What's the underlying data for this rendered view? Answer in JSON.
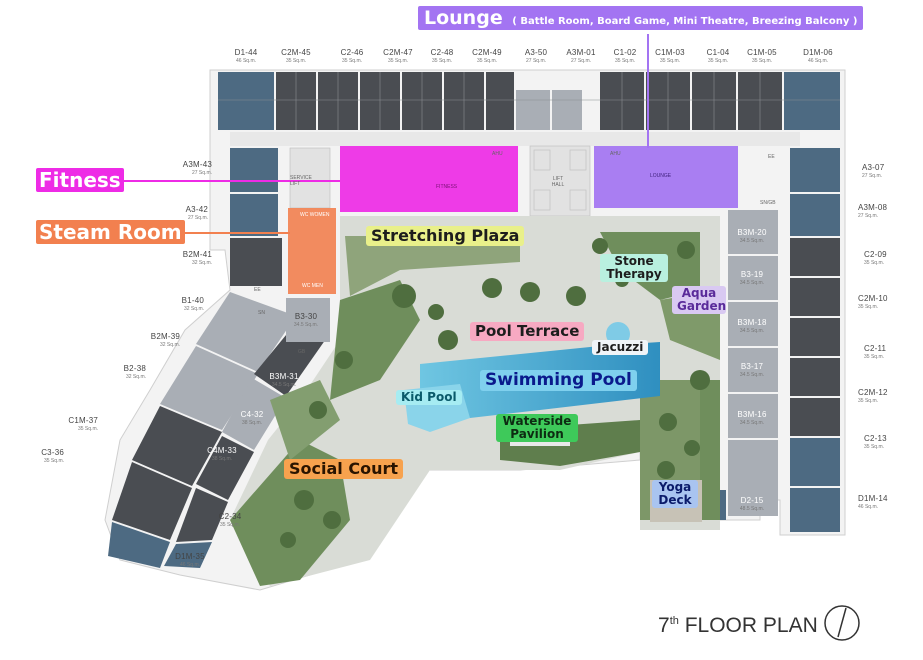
{
  "title": {
    "prefix": "7",
    "superscript": "th",
    "text": " FLOOR PLAN"
  },
  "lounge": {
    "name": "Lounge",
    "details": "( Battle Room, Board Game, Mini Theatre, Breezing Balcony )"
  },
  "callouts": {
    "fitness": "Fitness",
    "steam_room": "Steam Room"
  },
  "amenities": {
    "stretching_plaza": "Stretching Plaza",
    "stone_therapy": "Stone Therapy",
    "aqua_garden": "Aqua Garden",
    "pool_terrace": "Pool Terrace",
    "jacuzzi": "Jacuzzi",
    "swimming_pool": "Swimming Pool",
    "kid_pool": "Kid Pool",
    "waterside_pavilion": "Waterside Pavilion",
    "social_court": "Social Court",
    "yoga_deck": "Yoga Deck"
  },
  "rooms": {
    "fitness_inner": "FITNESS",
    "lounge_inner": "LOUNGE",
    "ahu": "AHU",
    "lift_hall": "LIFT HALL",
    "service_lift": "SERVICE LIFT",
    "wc_women": "WC WOMEN",
    "wc_men": "WC MEN",
    "sn_gb": "SN/GB",
    "ee": "EE",
    "sn": "SN",
    "gb": "GB"
  },
  "units_top": [
    {
      "code": "D1-44",
      "area": "46 Sq.m."
    },
    {
      "code": "C2M-45",
      "area": "35 Sq.m."
    },
    {
      "code": "C2-46",
      "area": "35 Sq.m."
    },
    {
      "code": "C2M-47",
      "area": "35 Sq.m."
    },
    {
      "code": "C2-48",
      "area": "35 Sq.m."
    },
    {
      "code": "C2M-49",
      "area": "35 Sq.m."
    },
    {
      "code": "A3-50",
      "area": "27 Sq.m."
    },
    {
      "code": "A3M-01",
      "area": "27 Sq.m."
    },
    {
      "code": "C1-02",
      "area": "35 Sq.m."
    },
    {
      "code": "C1M-03",
      "area": "35 Sq.m."
    },
    {
      "code": "C1-04",
      "area": "35 Sq.m."
    },
    {
      "code": "C1M-05",
      "area": "35 Sq.m."
    },
    {
      "code": "D1M-06",
      "area": "46 Sq.m."
    }
  ],
  "units_right": [
    {
      "code": "A3-07",
      "area": "27 Sq.m."
    },
    {
      "code": "A3M-08",
      "area": "27 Sq.m."
    },
    {
      "code": "C2-09",
      "area": "35 Sq.m."
    },
    {
      "code": "C2M-10",
      "area": "35 Sq.m."
    },
    {
      "code": "C2-11",
      "area": "35 Sq.m."
    },
    {
      "code": "C2M-12",
      "area": "35 Sq.m."
    },
    {
      "code": "C2-13",
      "area": "35 Sq.m."
    },
    {
      "code": "D1M-14",
      "area": "46 Sq.m."
    }
  ],
  "units_left": [
    {
      "code": "A3M-43",
      "area": "27 Sq.m."
    },
    {
      "code": "A3-42",
      "area": "27 Sq.m."
    },
    {
      "code": "B2M-41",
      "area": "32 Sq.m."
    },
    {
      "code": "B1-40",
      "area": "32 Sq.m."
    },
    {
      "code": "B2M-39",
      "area": "32 Sq.m."
    },
    {
      "code": "B2-38",
      "area": "32 Sq.m."
    },
    {
      "code": "C1M-37",
      "area": "35 Sq.m."
    },
    {
      "code": "C3-36",
      "area": "35 Sq.m."
    }
  ],
  "units_inner_right": [
    {
      "code": "B3M-20",
      "area": "34.5 Sq.m."
    },
    {
      "code": "B3-19",
      "area": "34.5 Sq.m."
    },
    {
      "code": "B3M-18",
      "area": "34.5 Sq.m."
    },
    {
      "code": "B3-17",
      "area": "34.5 Sq.m."
    },
    {
      "code": "B3M-16",
      "area": "34.5 Sq.m."
    },
    {
      "code": "D2-15",
      "area": "48.5 Sq.m."
    }
  ],
  "units_inner_left": [
    {
      "code": "B3-30",
      "area": "34.5 Sq.m."
    },
    {
      "code": "B3M-31",
      "area": "34.5 Sq.m."
    },
    {
      "code": "C4-32",
      "area": "38 Sq.m."
    },
    {
      "code": "C4M-33",
      "area": "38 Sq.m."
    },
    {
      "code": "C2-34",
      "area": "35 Sq.m."
    },
    {
      "code": "D1M-35",
      "area": "46 Sq.m."
    }
  ],
  "colors": {
    "fitness": "#ee2be6",
    "lounge": "#a374f2",
    "steam": "#f2804f",
    "unit_dark": "#4a4d52",
    "unit_blue": "#4d6a82",
    "unit_light": "#a9aeb5",
    "garden": "#6f8e5c",
    "pool": "#3fa8cf"
  }
}
